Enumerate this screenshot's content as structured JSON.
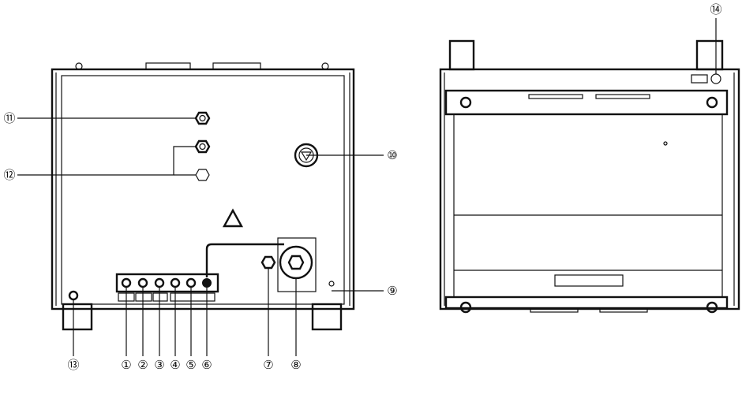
{
  "figure": {
    "views": [
      "rear-view",
      "front-view"
    ],
    "callouts": [
      {
        "id": "1",
        "label": "①"
      },
      {
        "id": "2",
        "label": "②"
      },
      {
        "id": "3",
        "label": "③"
      },
      {
        "id": "4",
        "label": "④"
      },
      {
        "id": "5",
        "label": "⑤"
      },
      {
        "id": "6",
        "label": "⑥"
      },
      {
        "id": "7",
        "label": "⑦"
      },
      {
        "id": "8",
        "label": "⑧"
      },
      {
        "id": "9",
        "label": "⑨"
      },
      {
        "id": "10",
        "label": "⑩"
      },
      {
        "id": "11",
        "label": "⑪"
      },
      {
        "id": "12",
        "label": "⑫"
      },
      {
        "id": "13",
        "label": "⑬"
      },
      {
        "id": "14",
        "label": "⑭"
      }
    ]
  }
}
